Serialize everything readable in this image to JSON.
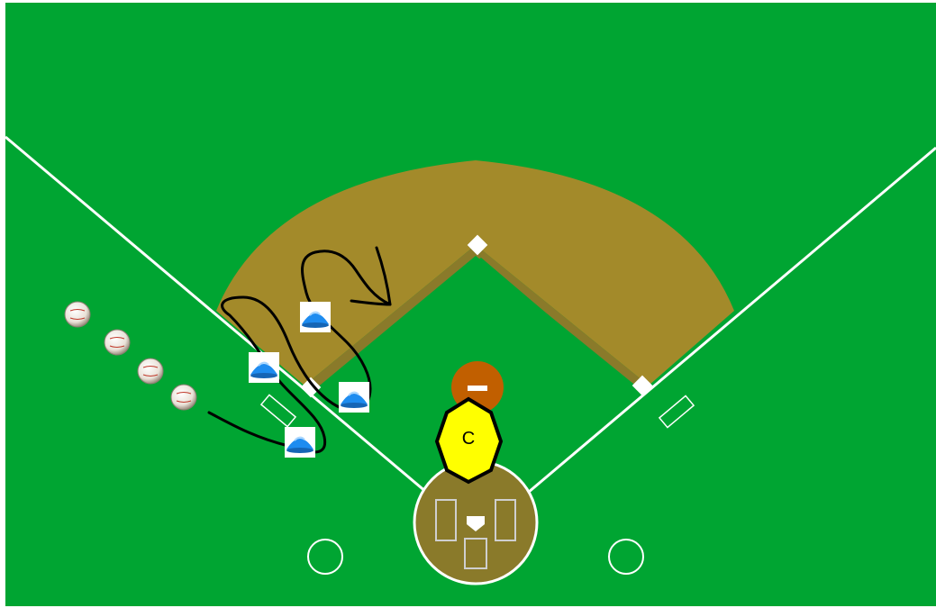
{
  "diagram": {
    "colors": {
      "grass": "#00A532",
      "dirt": "#A38A2A",
      "base_path_dirt": "#8A7A2A",
      "line": "#ffffff",
      "mound": "#C15F00",
      "catcher_fill": "#FFFF00",
      "catcher_outline": "#000000",
      "cone": "#1E8CF0",
      "drill_path": "#000000"
    },
    "catcher": {
      "label": "C",
      "icon": "catcher-octagon-icon"
    },
    "baseballs": {
      "icon": "baseball-icon",
      "count": 4
    },
    "cones": {
      "icon": "blue-cone-icon",
      "count": 4
    }
  }
}
